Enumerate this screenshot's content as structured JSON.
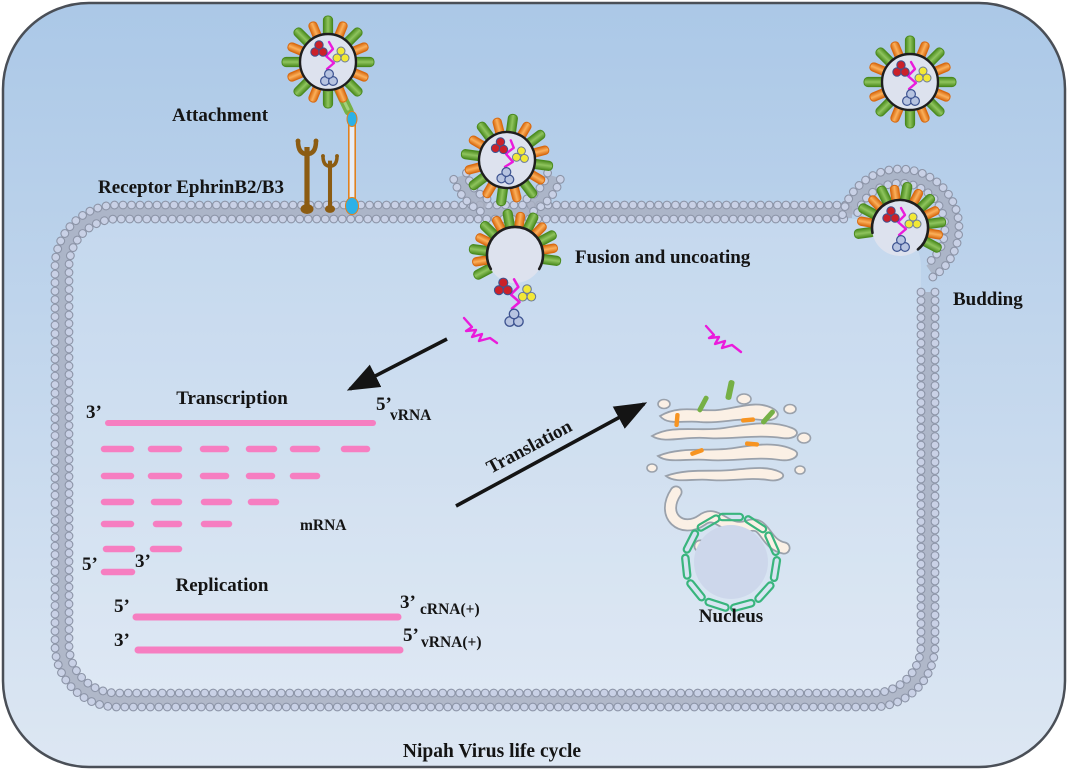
{
  "caption": "Nipah Virus life cycle",
  "labels": {
    "attachment": "Attachment",
    "receptor": "Receptor EphrinB2/B3",
    "fusion_uncoating": "Fusion and uncoating",
    "budding": "Budding",
    "transcription": "Transcription",
    "translation": "Translation",
    "replication": "Replication",
    "nucleus": "Nucleus"
  },
  "rna": {
    "vrna": "vRNA",
    "mrna": "mRNA",
    "crna_plus": "cRNA(+)",
    "vrna_plus": "vRNA(+)",
    "five_prime": "5’",
    "three_prime": "3’"
  },
  "colors": {
    "bg_top": "#abc8e7",
    "bg_bottom": "#dde7f3",
    "frame": "#4a4f57",
    "membrane_bead": "#c9d1e6",
    "membrane_bead_edge": "#8d95a8",
    "membrane_tail": "#a9b0c2",
    "virus_body": "#dde2ee",
    "virus_outline": "#1e1e1e",
    "spike_green": "#76b045",
    "spike_green_dark": "#4a8a1e",
    "spike_orange": "#f79421",
    "spike_orange_dark": "#d8690f",
    "np_red": "#cb2129",
    "np_yellow": "#f2e836",
    "np_blue": "#b7c4e1",
    "np_outline": "#3d5390",
    "rna_magenta": "#ea1bdb",
    "rna_pink": "#f67ec1",
    "receptor_brown": "#8c5c12",
    "receptor_cyan": "#2bb1e8",
    "receptor_orange": "#e0811f",
    "golgi_fill": "#fbf0e5",
    "golgi_edge": "#9aa1ab",
    "nucleus_fill": "#cdd7eb",
    "nucleus_ring": "#39b57d",
    "ink": "#141414"
  }
}
